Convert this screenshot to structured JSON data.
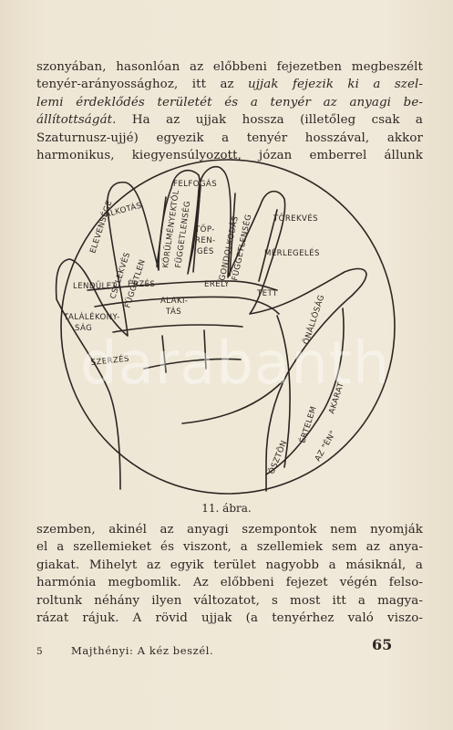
{
  "para1": [
    [
      {
        "t": "szonyában, hasonlóan az előbbeni fejezetben megbeszélt"
      }
    ],
    [
      {
        "t": "tenyér-arányossághoz, itt az "
      },
      {
        "t": "ujjak fejezik ki a szel-",
        "i": true
      }
    ],
    [
      {
        "t": "lemi érdeklődés területét és a tenyér az anyagi be-",
        "i": true
      }
    ],
    [
      {
        "t": "állítottságát.",
        "i": true
      },
      {
        "t": " Ha az ujjak hossza (illetőleg csak a"
      }
    ],
    [
      {
        "t": "Szaturnusz-ujjé) egyezik a tenyér hosszával, akkor"
      }
    ],
    [
      {
        "t": "harmonikus, kiegyensúlyozott, józan emberrel állunk"
      }
    ]
  ],
  "para2": [
    "szemben, akinél az anyagi szempontok nem nyomják",
    "el a szellemieket és viszont, a szellemiek sem az anya-",
    "giakat. Mihelyt az egyik terület nagyobb a másiknál, a",
    "harmónia megbomlik. Az előbbeni fejezet végén felso-",
    "roltunk néhány ilyen változatot, s most itt a magya-",
    "rázat rájuk. A rövid ujjak (a tenyérhez való viszo-"
  ],
  "figure": {
    "labels": {
      "alkotas": "ALKOTÁS",
      "erzes": "ÉRZÉS",
      "korulmenyektol": "KÖRÜLMÉNYEKTŐL",
      "fuggetlenseg1": "FÜGGETLENSÉG",
      "felfogas": "FELFOGÁS",
      "top": "TÖP-",
      "ren": "REN-",
      "ges": "GÉS",
      "gondolkodas": "GONDOLKODÁS",
      "fuggetlenseg2": "FÜGGETLENSÉG",
      "torekves": "TÖREKVÉS",
      "merlegeles": "MÉRLEGELÉS",
      "tett": "TETT",
      "erely": "ERÉLY",
      "alaki": "ALAKI-",
      "tas": "TÁS",
      "onallosag": "ÖNÁLLÓSÁG",
      "akarat": "AKARAT",
      "ertelem": "ÉRTELEM",
      "en": "AZ \"ÉN\"",
      "osztön": "ÖSZTÖN",
      "lendulet": "LENDÜLET",
      "tala": "TALÁLÉKONY-",
      "sag": "SÁG",
      "szerzes": "SZERZÉS",
      "elevenseg": "ELEVENSÉGE",
      "cselekveses": "CSELEKVÉS",
      "fuggetlen3": "FÜGGETLEN"
    }
  },
  "caption": "11. ábra.",
  "footer": {
    "mark": "5",
    "title": "Majthényi: A kéz beszél.",
    "page_number": "65"
  },
  "watermark": "darabanth"
}
